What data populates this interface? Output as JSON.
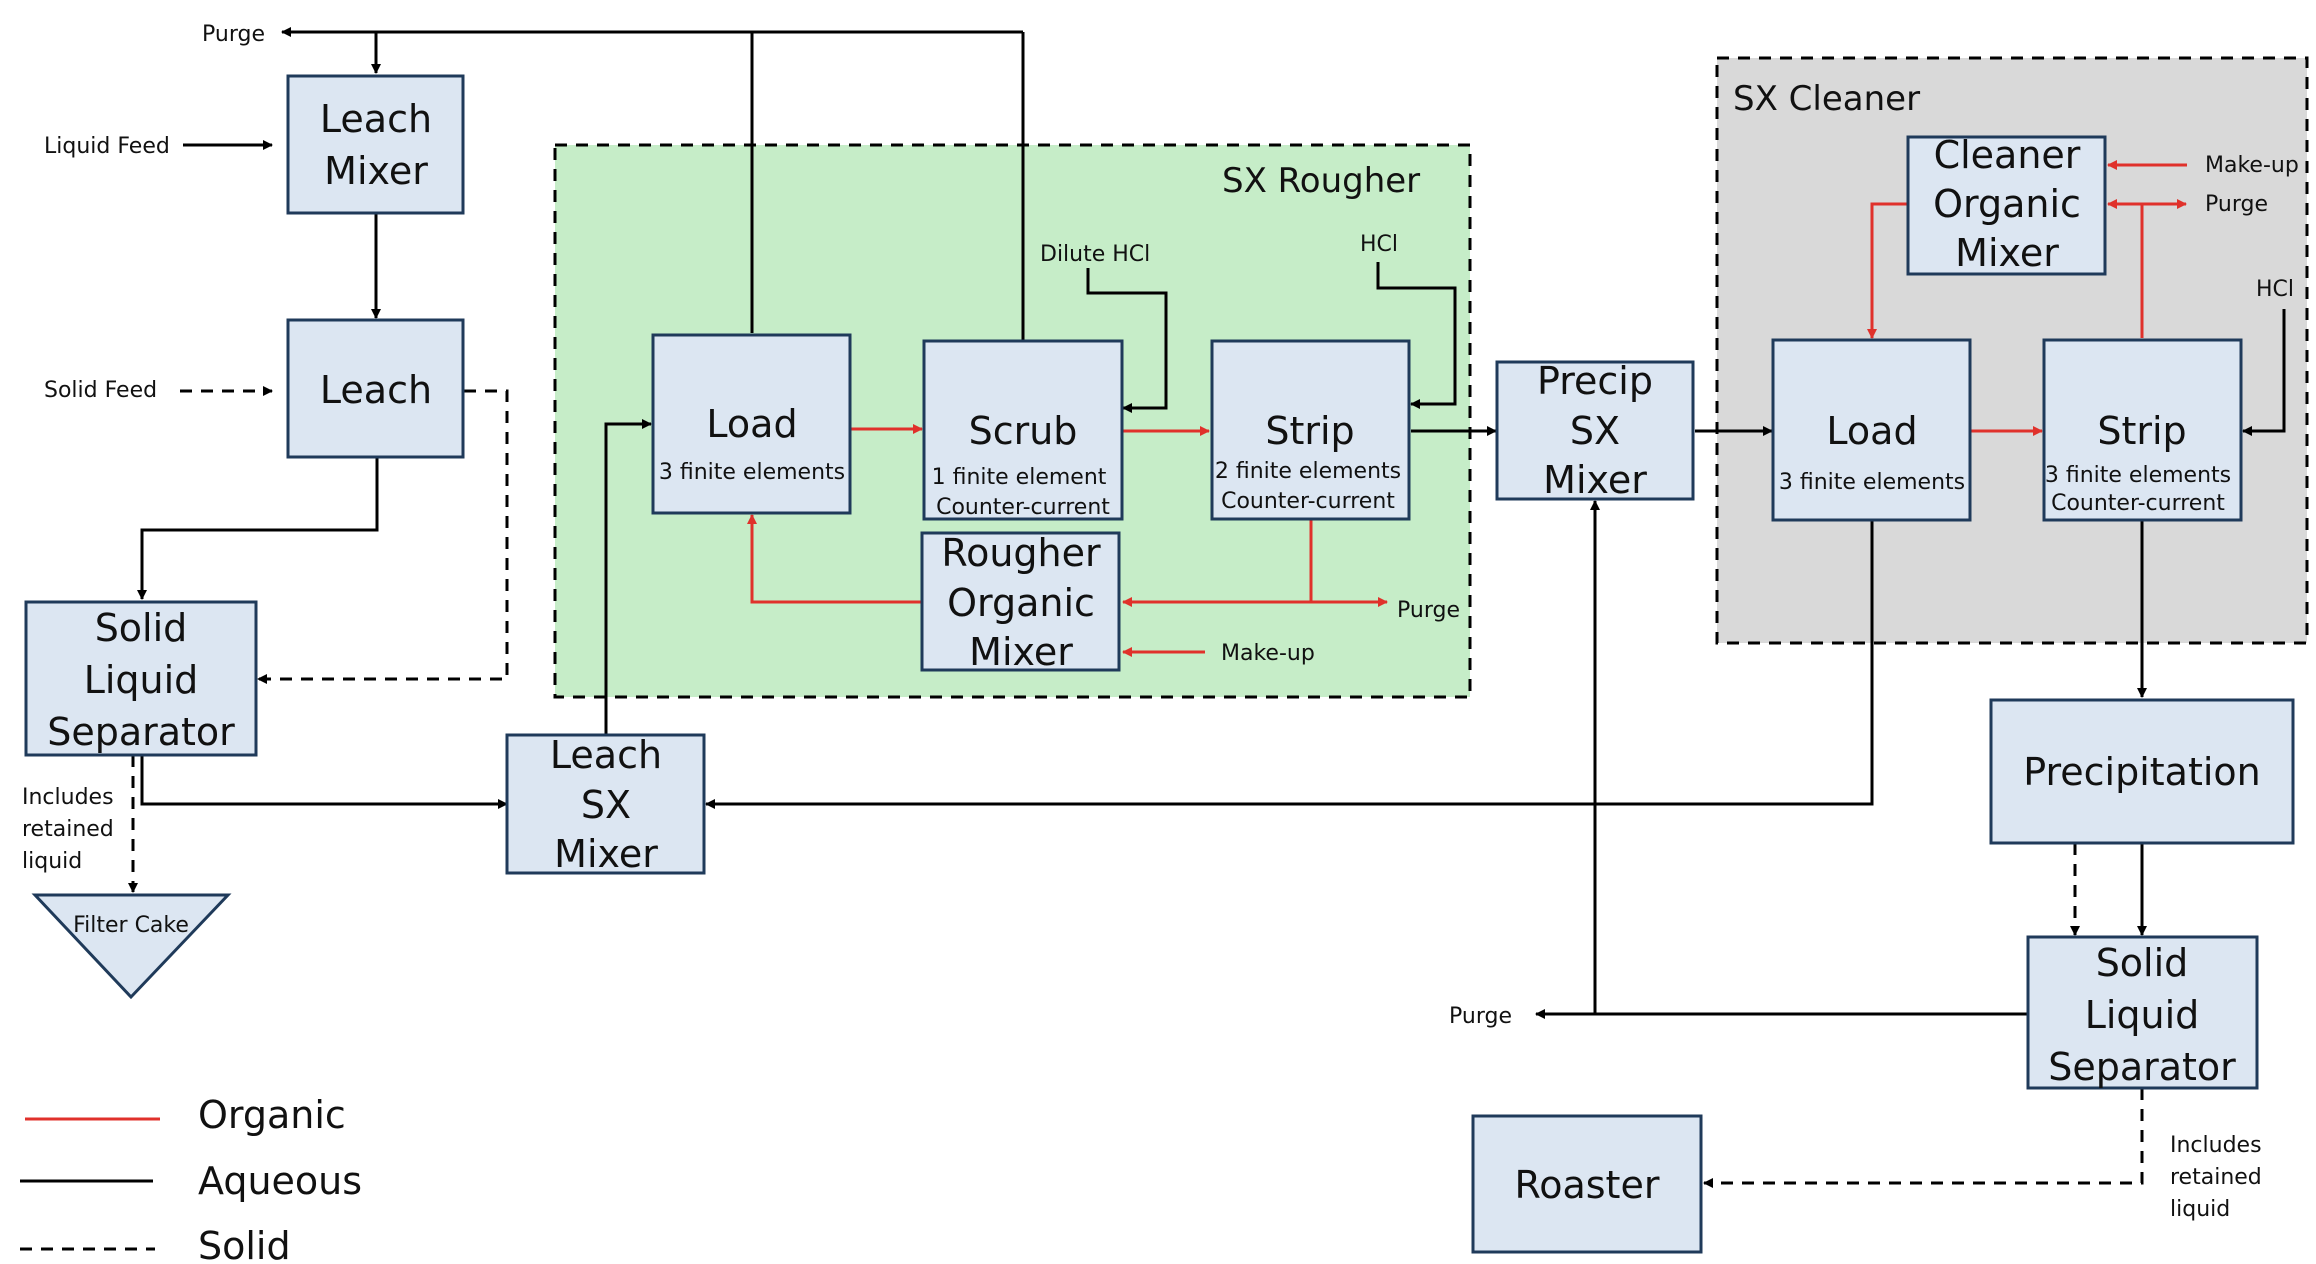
{
  "regions": {
    "sx_rougher": "SX Rougher",
    "sx_cleaner": "SX Cleaner"
  },
  "boxes": {
    "leach_mixer": [
      "Leach",
      "Mixer"
    ],
    "leach": [
      "Leach"
    ],
    "solid_liquid_separator_1": [
      "Solid",
      "Liquid",
      "Separator"
    ],
    "leach_sx_mixer": [
      "Leach",
      "SX",
      "Mixer"
    ],
    "rougher_load": {
      "title": "Load",
      "sub": [
        "3 finite elements"
      ]
    },
    "scrub": {
      "title": "Scrub",
      "sub": [
        "1 finite element",
        "Counter-current"
      ]
    },
    "rougher_strip": {
      "title": "Strip",
      "sub": [
        "2 finite elements",
        "Counter-current"
      ]
    },
    "rougher_organic_mixer": [
      "Rougher",
      "Organic",
      "Mixer"
    ],
    "precip_sx_mixer": [
      "Precip",
      "SX",
      "Mixer"
    ],
    "cleaner_load": {
      "title": "Load",
      "sub": [
        "3 finite elements"
      ]
    },
    "cleaner_strip": {
      "title": "Strip",
      "sub": [
        "3 finite elements",
        "Counter-current"
      ]
    },
    "cleaner_organic_mixer": [
      "Cleaner",
      "Organic",
      "Mixer"
    ],
    "precipitation": [
      "Precipitation"
    ],
    "solid_liquid_separator_2": [
      "Solid",
      "Liquid",
      "Separator"
    ],
    "roaster": [
      "Roaster"
    ],
    "filter_cake": "Filter Cake"
  },
  "labels": {
    "purge_top": "Purge",
    "liquid_feed": "Liquid Feed",
    "solid_feed": "Solid Feed",
    "dilute_hcl": "Dilute HCl",
    "hcl_rougher": "HCl",
    "purge_rougher": "Purge",
    "makeup_rougher": "Make-up",
    "makeup_cleaner": "Make-up",
    "purge_cleaner": "Purge",
    "hcl_cleaner": "HCl",
    "purge_bottom": "Purge",
    "retained_1": [
      "Includes",
      "retained",
      "liquid"
    ],
    "retained_2": [
      "Includes",
      "retained",
      "liquid"
    ]
  },
  "legend": {
    "organic": "Organic",
    "aqueous": "Aqueous",
    "solid": "Solid"
  },
  "colors": {
    "organic": "#e0312b",
    "aqueous": "#000000",
    "box_fill": "#dce6f2",
    "box_stroke": "#1f3a5a",
    "rougher_bg": "#c6edc8",
    "cleaner_bg": "#d9d9d9"
  }
}
